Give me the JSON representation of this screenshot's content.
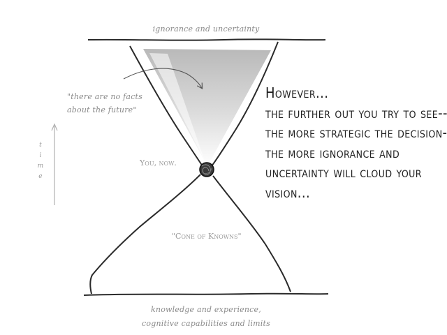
{
  "diagram": {
    "top_label": "ignorance and uncertainty",
    "facts_note": [
      "\"there are no facts",
      "about the future\""
    ],
    "time_axis_label": "time",
    "present_label": "You, now.",
    "cone_label": "\"Cone of Knowns\"",
    "bottom_label": [
      "knowledge and experience,",
      "cognitive capabilities and limits"
    ],
    "quote_lines": [
      "However...",
      "the further out you try to see--",
      "the more strategic the decision--",
      "the more ignorance and",
      "uncertainty will cloud your",
      "vision..."
    ]
  },
  "colors": {
    "ink": "#2a2a2a",
    "note_gray": "#8a8a8a",
    "cone_shade_top": "#b8b8b8",
    "cone_shade_bottom": "#ffffff"
  }
}
